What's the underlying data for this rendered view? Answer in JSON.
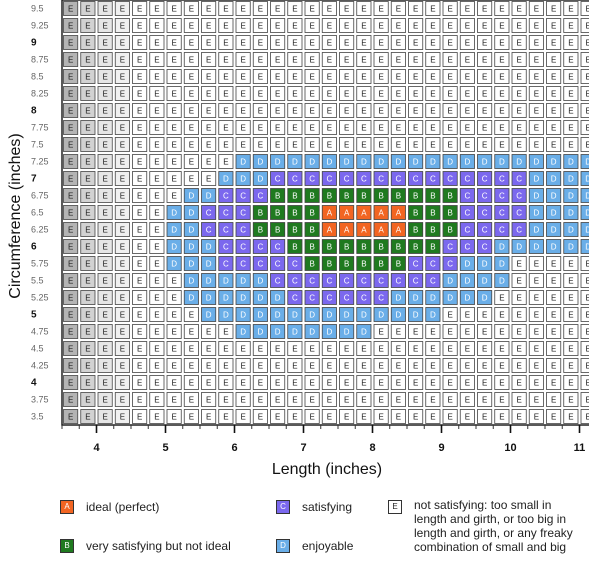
{
  "chart_data": {
    "type": "heatmap",
    "xlabel": "Length (inches)",
    "ylabel": "Circumference (inches)",
    "x_axis": {
      "min": 3.5,
      "max": 11.125,
      "cell_step": 0.125,
      "tick_labels": [
        "4",
        "5",
        "6",
        "7",
        "8",
        "9",
        "10",
        "11"
      ]
    },
    "y_axis": {
      "tick_labels": [
        "9.5",
        "9.25",
        "9",
        "8.75",
        "8.5",
        "8.25",
        "8",
        "7.75",
        "7.5",
        "7.25",
        "7",
        "6.75",
        "6.5",
        "6.25",
        "6",
        "5.75",
        "5.5",
        "5.25",
        "5",
        "4.75",
        "4.5",
        "4.25",
        "4",
        "3.75",
        "3.5"
      ],
      "bold_labels": [
        "9",
        "8",
        "7",
        "6",
        "5",
        "4"
      ]
    },
    "category_colors": {
      "A": "#f26522",
      "B": "#1f7a1f",
      "C": "#7b68ee",
      "D": "#6aaee8",
      "E": "#ffffff"
    },
    "rows": [
      {
        "y": "7.25",
        "runs": [
          [
            0,
            9,
            "E"
          ],
          [
            10,
            30,
            "D"
          ]
        ]
      },
      {
        "y": "7",
        "runs": [
          [
            0,
            8,
            "E"
          ],
          [
            9,
            11,
            "D"
          ],
          [
            12,
            26,
            "C"
          ],
          [
            27,
            30,
            "D"
          ]
        ]
      },
      {
        "y": "6.75",
        "runs": [
          [
            0,
            6,
            "E"
          ],
          [
            7,
            8,
            "D"
          ],
          [
            9,
            11,
            "C"
          ],
          [
            12,
            22,
            "B"
          ],
          [
            23,
            26,
            "C"
          ],
          [
            27,
            30,
            "D"
          ]
        ]
      },
      {
        "y": "6.5",
        "runs": [
          [
            0,
            5,
            "E"
          ],
          [
            6,
            7,
            "D"
          ],
          [
            8,
            10,
            "C"
          ],
          [
            11,
            14,
            "B"
          ],
          [
            15,
            19,
            "A"
          ],
          [
            20,
            22,
            "B"
          ],
          [
            23,
            26,
            "C"
          ],
          [
            27,
            30,
            "D"
          ]
        ]
      },
      {
        "y": "6.25",
        "runs": [
          [
            0,
            5,
            "E"
          ],
          [
            6,
            7,
            "D"
          ],
          [
            8,
            10,
            "C"
          ],
          [
            11,
            14,
            "B"
          ],
          [
            15,
            19,
            "A"
          ],
          [
            20,
            22,
            "B"
          ],
          [
            23,
            26,
            "C"
          ],
          [
            27,
            30,
            "D"
          ]
        ]
      },
      {
        "y": "6",
        "runs": [
          [
            0,
            5,
            "E"
          ],
          [
            6,
            8,
            "D"
          ],
          [
            9,
            12,
            "C"
          ],
          [
            13,
            21,
            "B"
          ],
          [
            22,
            24,
            "C"
          ],
          [
            25,
            30,
            "D"
          ]
        ]
      },
      {
        "y": "5.75",
        "runs": [
          [
            0,
            5,
            "E"
          ],
          [
            6,
            8,
            "D"
          ],
          [
            9,
            13,
            "C"
          ],
          [
            14,
            19,
            "B"
          ],
          [
            20,
            22,
            "C"
          ],
          [
            23,
            25,
            "D"
          ],
          [
            26,
            30,
            "E"
          ]
        ]
      },
      {
        "y": "5.5",
        "runs": [
          [
            0,
            6,
            "E"
          ],
          [
            7,
            11,
            "D"
          ],
          [
            12,
            21,
            "C"
          ],
          [
            22,
            25,
            "D"
          ],
          [
            26,
            30,
            "E"
          ]
        ]
      },
      {
        "y": "5.25",
        "runs": [
          [
            0,
            6,
            "E"
          ],
          [
            7,
            12,
            "D"
          ],
          [
            13,
            18,
            "C"
          ],
          [
            19,
            24,
            "D"
          ],
          [
            25,
            30,
            "E"
          ]
        ]
      },
      {
        "y": "5",
        "runs": [
          [
            0,
            7,
            "E"
          ],
          [
            8,
            21,
            "D"
          ],
          [
            22,
            30,
            "E"
          ]
        ]
      },
      {
        "y": "4.75",
        "runs": [
          [
            0,
            9,
            "E"
          ],
          [
            10,
            17,
            "D"
          ],
          [
            18,
            30,
            "E"
          ]
        ]
      }
    ],
    "default_category": "E",
    "legend": [
      {
        "key": "A",
        "label": "ideal (perfect)"
      },
      {
        "key": "B",
        "label": "very satisfying but not ideal"
      },
      {
        "key": "C",
        "label": "satisfying"
      },
      {
        "key": "D",
        "label": "enjoyable"
      },
      {
        "key": "E",
        "label": "not satisfying: too small in length and girth, or too big in length and girth, or any freaky combination of small and big"
      }
    ]
  }
}
